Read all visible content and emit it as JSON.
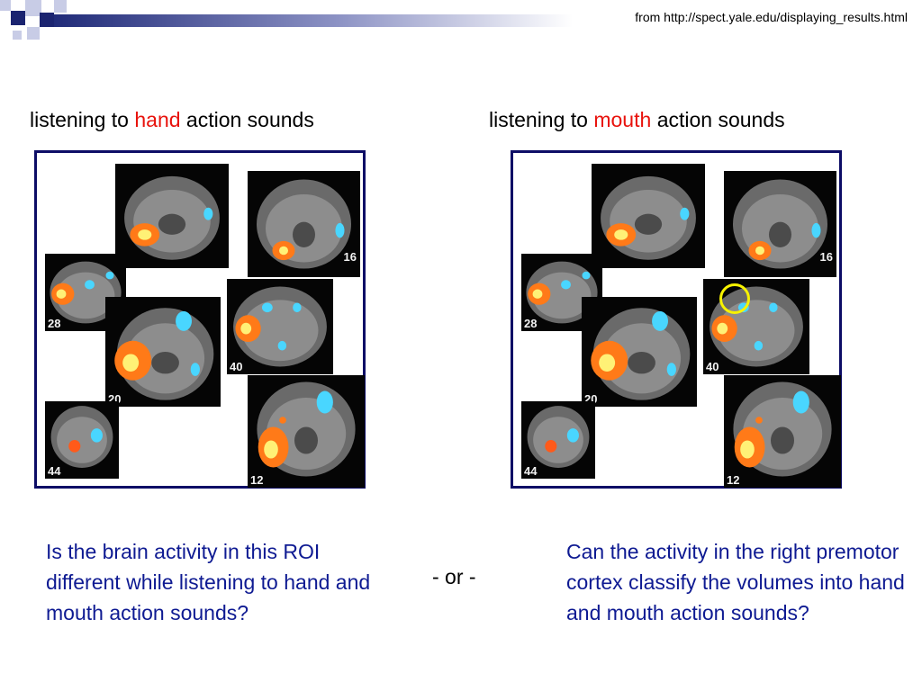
{
  "source": "from http://spect.yale.edu/displaying_results.html",
  "left_panel": {
    "title_prefix": "listening to",
    "title_highlight": "hand",
    "title_suffix": "action sounds",
    "slice_labels": [
      "28",
      "20",
      "16",
      "40",
      "12",
      "44"
    ]
  },
  "right_panel": {
    "title_prefix": "listening to",
    "title_highlight": "mouth",
    "title_suffix": "action sounds",
    "slice_labels": [
      "28",
      "20",
      "16",
      "40",
      "12",
      "44"
    ]
  },
  "question_left": "Is the brain activity in this ROI different while listening to hand and mouth action sounds?",
  "separator": "- or -",
  "question_right": "Can the activity in the right premotor cortex classify the volumes into hand and mouth action sounds?",
  "colors": {
    "highlight": "#e8120c",
    "frame": "#0d0d66",
    "question_text": "#0e1a92",
    "roi_circle": "#f7f200"
  }
}
